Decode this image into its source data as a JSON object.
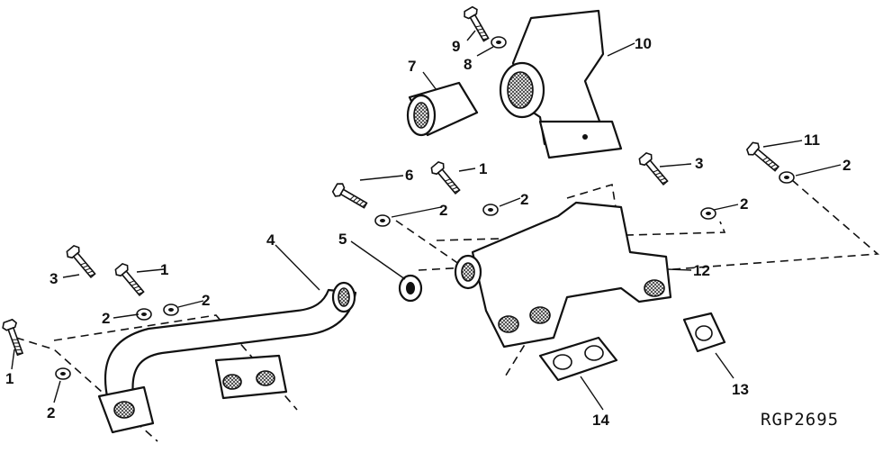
{
  "figure_ref": "RGP2695",
  "callouts": {
    "c1a": "1",
    "c1b": "1",
    "c1c": "1",
    "c2a": "2",
    "c2b": "2",
    "c2c": "2",
    "c2d": "2",
    "c2e": "2",
    "c2f": "2",
    "c2g": "2",
    "c3a": "3",
    "c3b": "3",
    "c4": "4",
    "c5": "5",
    "c6": "6",
    "c7": "7",
    "c8": "8",
    "c9": "9",
    "c10": "10",
    "c11": "11",
    "c12": "12",
    "c13": "13",
    "c14": "14"
  }
}
